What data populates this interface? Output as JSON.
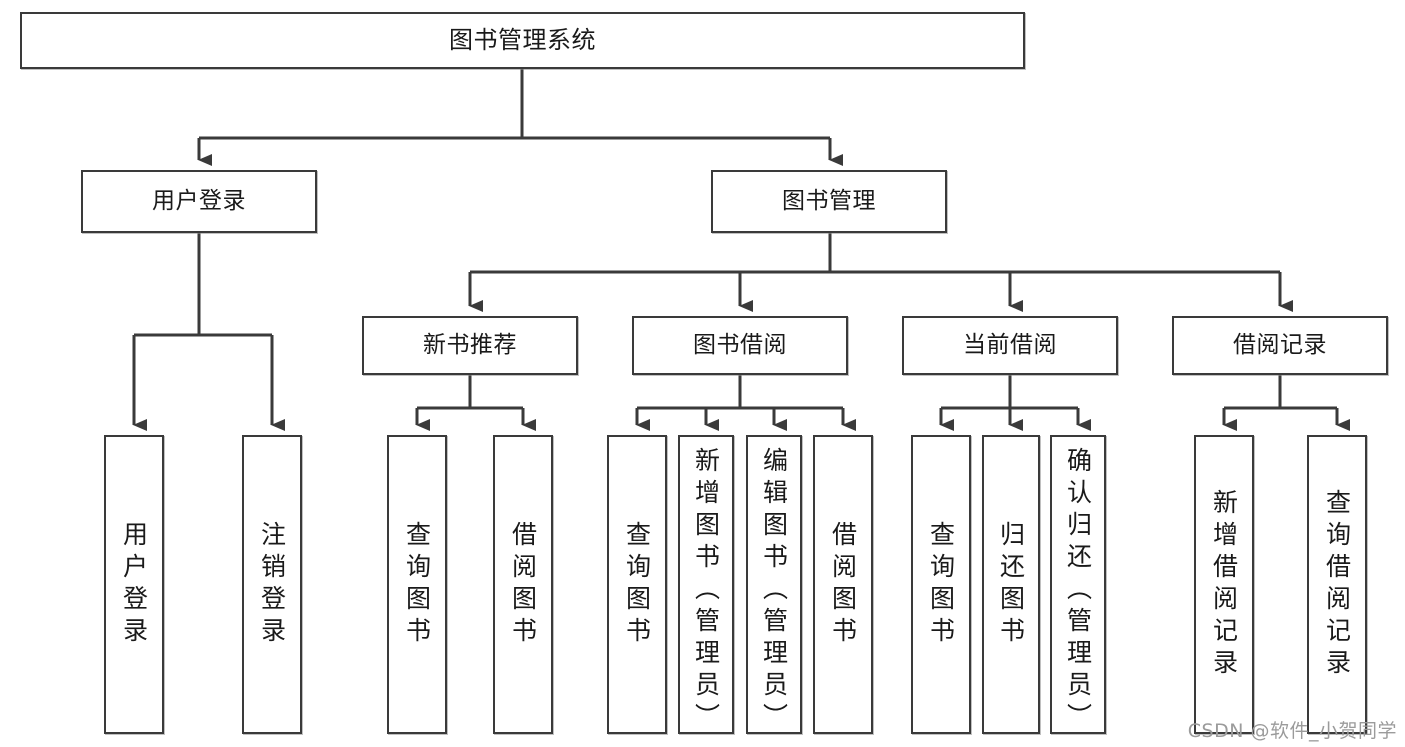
{
  "diagram": {
    "title": "图书管理系统",
    "type": "tree",
    "orientation": "top-down",
    "colors": {
      "box_border": "#3a3a3a",
      "box_fill": "#ffffff",
      "edge": "#3a3a3a",
      "text": "#1a1a1a",
      "watermark": "#9b9b9b"
    },
    "nodes": {
      "root": {
        "label": "图书管理系统",
        "level": 1
      },
      "l2": [
        {
          "id": "user-login",
          "label": "用户登录",
          "level": 2
        },
        {
          "id": "book-manage",
          "label": "图书管理",
          "level": 2
        }
      ],
      "l3": [
        {
          "id": "new-book-rec",
          "label": "新书推荐",
          "level": 3
        },
        {
          "id": "book-borrow",
          "label": "图书借阅",
          "level": 3
        },
        {
          "id": "current-borrow",
          "label": "当前借阅",
          "level": 3
        },
        {
          "id": "borrow-record",
          "label": "借阅记录",
          "level": 3
        }
      ],
      "leaves": [
        {
          "id": "leaf-user-login",
          "label": "用户登录",
          "parent": "user-login"
        },
        {
          "id": "leaf-logout",
          "label": "注销登录",
          "parent": "user-login"
        },
        {
          "id": "leaf-query-book-1",
          "label": "查询图书",
          "parent": "new-book-rec"
        },
        {
          "id": "leaf-borrow-book-1",
          "label": "借阅图书",
          "parent": "new-book-rec"
        },
        {
          "id": "leaf-query-book-2",
          "label": "查询图书",
          "parent": "book-borrow"
        },
        {
          "id": "leaf-add-book",
          "label": "新增图书（管理员）",
          "parent": "book-borrow"
        },
        {
          "id": "leaf-edit-book",
          "label": "编辑图书（管理员）",
          "parent": "book-borrow"
        },
        {
          "id": "leaf-borrow-book-2",
          "label": "借阅图书",
          "parent": "book-borrow"
        },
        {
          "id": "leaf-query-book-3",
          "label": "查询图书",
          "parent": "current-borrow"
        },
        {
          "id": "leaf-return-book",
          "label": "归还图书",
          "parent": "current-borrow"
        },
        {
          "id": "leaf-confirm-return",
          "label": "确认归还（管理员）",
          "parent": "current-borrow"
        },
        {
          "id": "leaf-add-record",
          "label": "新增借阅记录",
          "parent": "borrow-record"
        },
        {
          "id": "leaf-query-record",
          "label": "查询借阅记录",
          "parent": "borrow-record"
        }
      ]
    },
    "watermark": "CSDN @软件_小贺同学"
  }
}
